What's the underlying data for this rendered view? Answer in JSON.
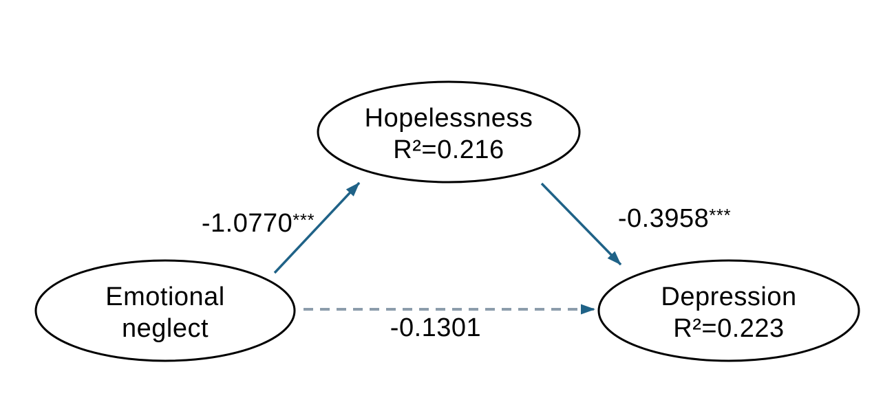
{
  "diagram": {
    "type": "mediation-path-model",
    "background": "#ffffff",
    "nodes": {
      "hopelessness": {
        "line1": "Hopelessness",
        "line2": "R²=0.216",
        "role": "mediator"
      },
      "emotional_neglect": {
        "line1": "Emotional",
        "line2": "neglect",
        "role": "predictor"
      },
      "depression": {
        "line1": "Depression",
        "line2": "R²=0.223",
        "role": "outcome"
      }
    },
    "edges": {
      "emotional_neglect_to_hopelessness": {
        "coefficient": "-1.0770",
        "significance": "***",
        "style": "solid"
      },
      "hopelessness_to_depression": {
        "coefficient": "-0.3958",
        "significance": "***",
        "style": "solid"
      },
      "emotional_neglect_to_depression": {
        "coefficient": "-0.1301",
        "significance": "",
        "style": "dashed"
      }
    },
    "colors": {
      "node_stroke": "#000000",
      "text": "#000000",
      "solid_arrow": "#1f6287",
      "dashed_line": "#8c9cab",
      "arrowhead": "#1f6287"
    }
  }
}
